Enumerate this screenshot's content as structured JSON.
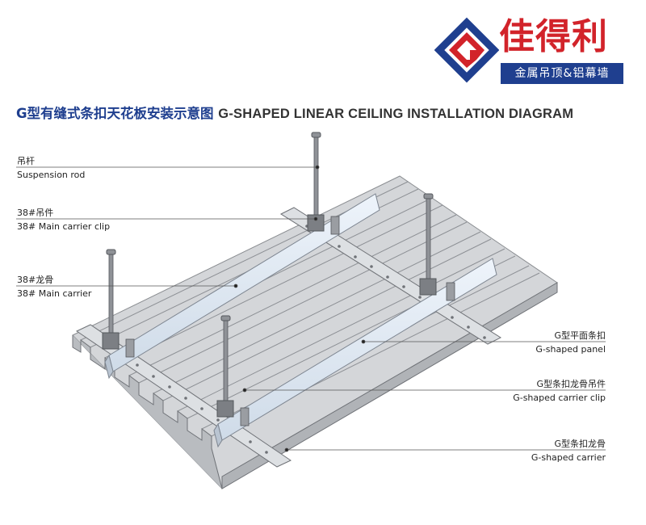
{
  "brand": {
    "name_cn": "佳得利",
    "tagline": "金属吊顶&铝幕墙",
    "colors": {
      "red": "#d2232a",
      "blue": "#1f3f8f"
    }
  },
  "title": {
    "cn": "G型有缝式条扣天花板安装示意图",
    "en": "G-SHAPED LINEAR CEILING INSTALLATION DIAGRAM"
  },
  "labels": {
    "left": [
      {
        "cn": "吊杆",
        "en": "Suspension rod"
      },
      {
        "cn": "38#吊件",
        "en": "38#  Main carrier clip"
      },
      {
        "cn": "38#龙骨",
        "en": "38# Main carrier"
      }
    ],
    "right": [
      {
        "cn": "G型平面条扣",
        "en": "G-shaped panel"
      },
      {
        "cn": "G型条扣龙骨吊件",
        "en": "G-shaped carrier clip"
      },
      {
        "cn": "G型条扣龙骨",
        "en": "G-shaped carrier"
      }
    ]
  }
}
